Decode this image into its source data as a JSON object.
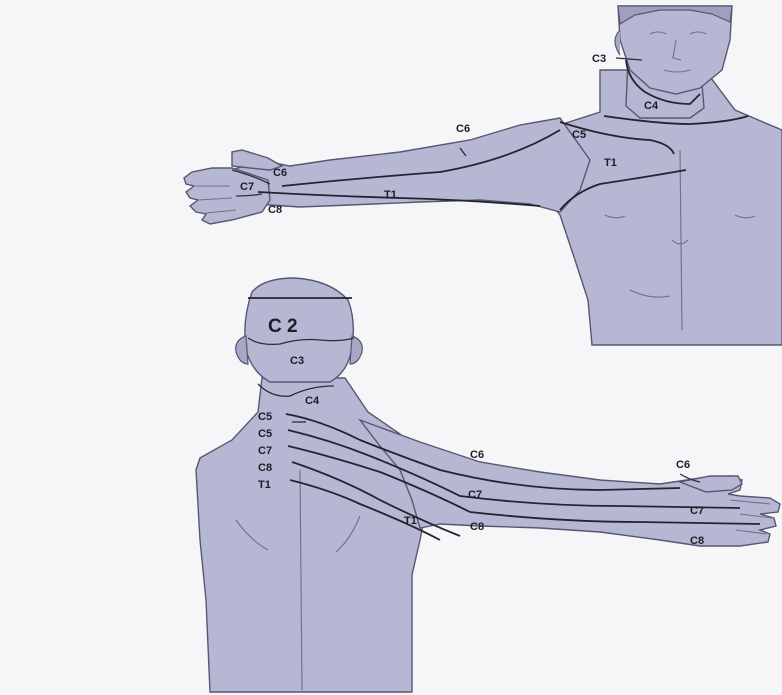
{
  "figures": {
    "front": {
      "labels": {
        "c3": "C3",
        "c4": "C4",
        "c5": "C5",
        "c6_arm": "C6",
        "c6_thumb": "C6",
        "c7": "C7",
        "c8": "C8",
        "t1_chest": "T1",
        "t1_arm": "T1"
      }
    },
    "back": {
      "labels": {
        "c2": "C 2",
        "c3": "C3",
        "c4": "C4",
        "c5_a": "C5",
        "c5_b": "C5",
        "c7_neck": "C7",
        "c8_neck": "C8",
        "t1_neck": "T1",
        "c6_arm": "C6",
        "c7_arm": "C7",
        "c8_arm": "C8",
        "t1_arm": "T1",
        "c6_thumb": "C6",
        "c7_hand": "C7",
        "c8_hand": "C8"
      }
    }
  }
}
